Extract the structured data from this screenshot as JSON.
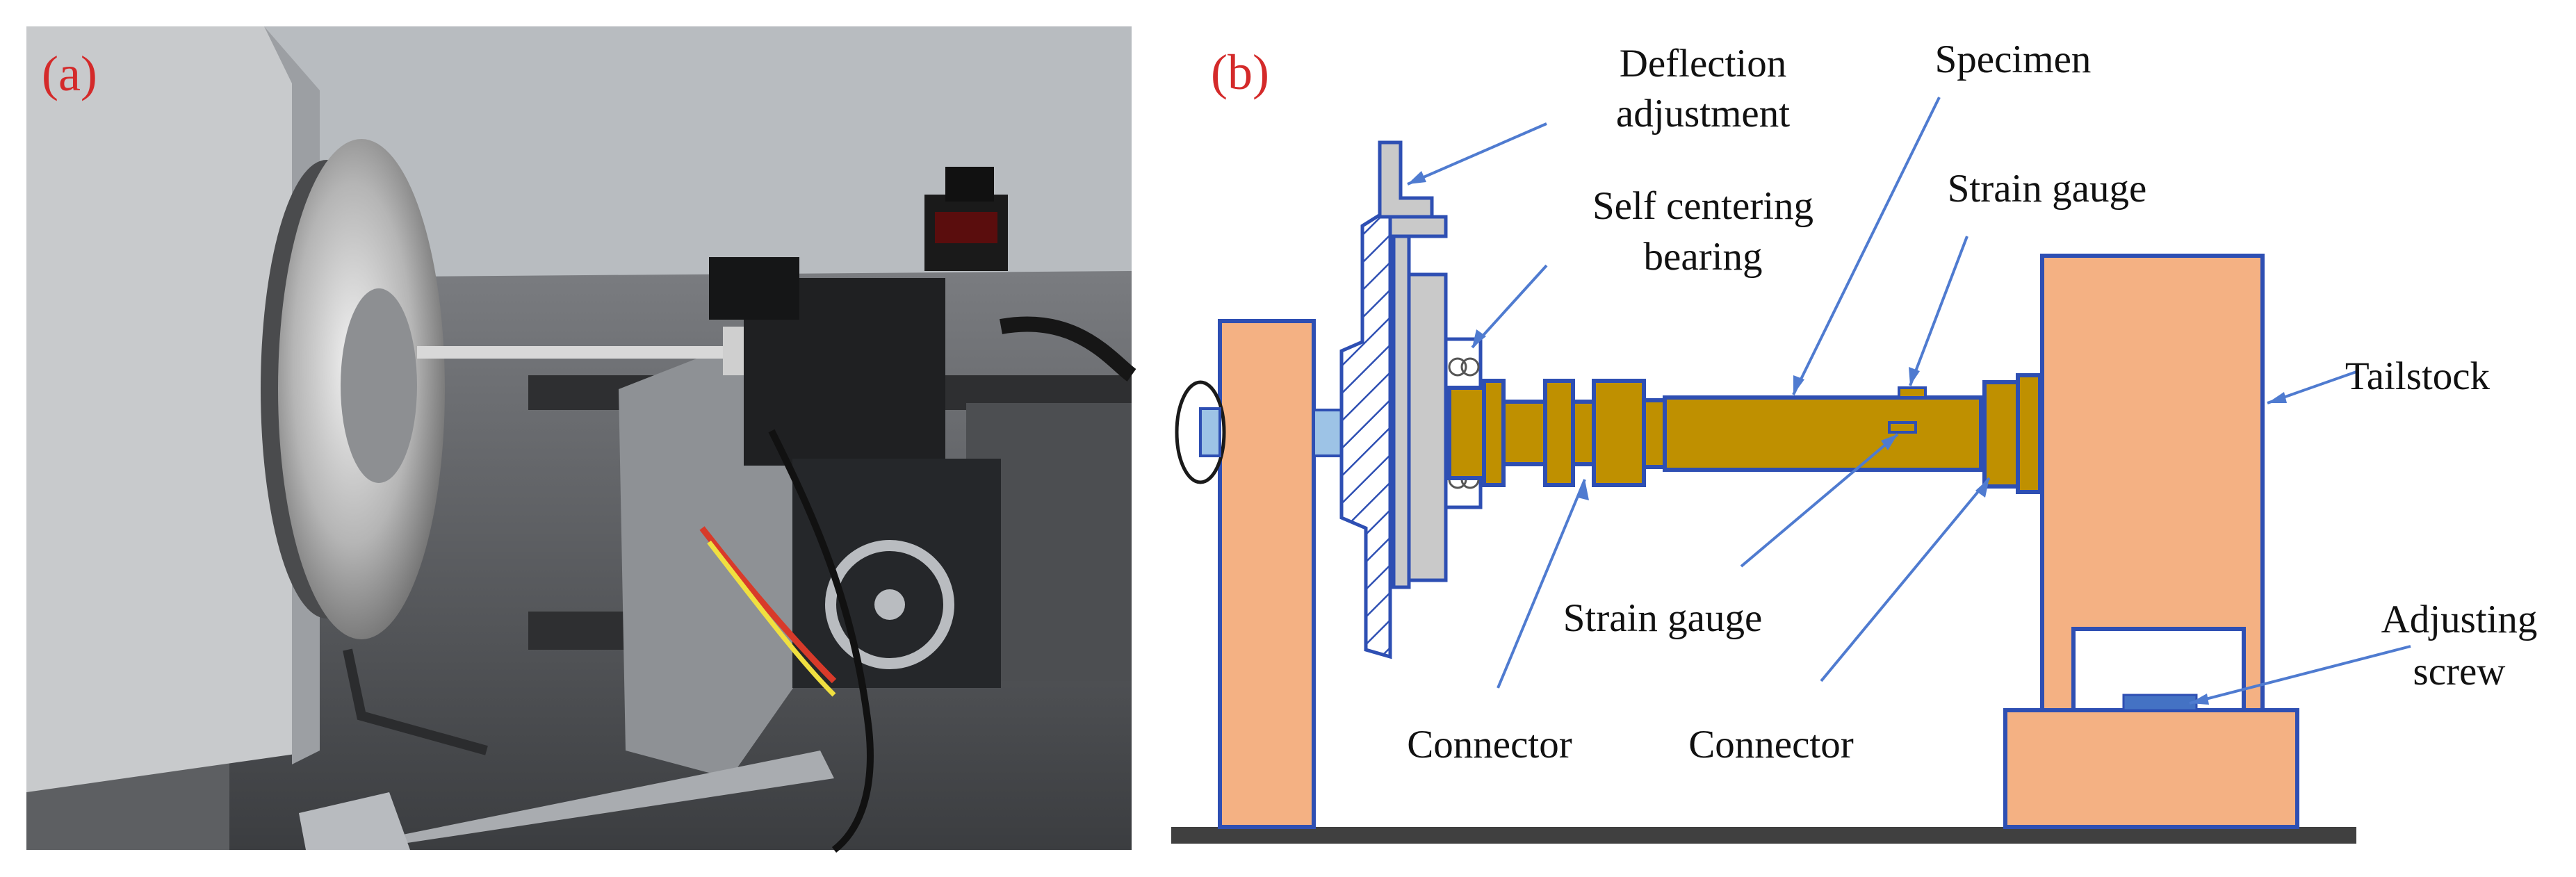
{
  "figure": {
    "panel_a": {
      "label": "(a)"
    },
    "panel_b": {
      "label": "(b)",
      "callouts": {
        "deflection_line1": "Deflection",
        "deflection_line2": "adjustment",
        "specimen": "Specimen",
        "self_centering_line1": "Self centering",
        "self_centering_line2": "bearing",
        "strain_gauge_top": "Strain gauge",
        "tailstock": "Tailstock",
        "strain_gauge_bottom": "Strain gauge",
        "adjusting_line1": "Adjusting",
        "adjusting_line2": "screw",
        "connector_left": "Connector",
        "connector_right": "Connector"
      }
    }
  },
  "colors": {
    "panel_label": "#d42a2a",
    "tailstock_fill": "#f4b183",
    "outline": "#2e4fb3",
    "specimen_fill": "#bf9000",
    "bearing_fill": "#c9c9c9",
    "leader_line": "#4f7bd0",
    "base": "#404040"
  }
}
